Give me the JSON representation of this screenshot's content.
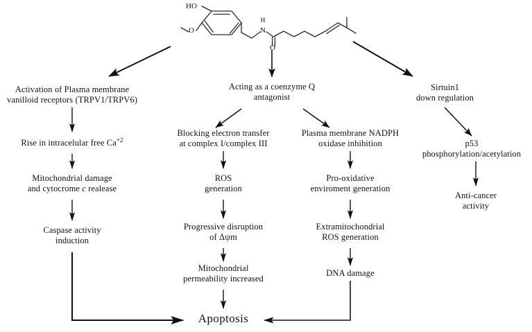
{
  "figure": {
    "type": "flowchart",
    "subject": "Capsaicin anti-cancer mechanisms of action",
    "background_color": "#ffffff",
    "line_color": "#111111",
    "text_color": "#111111"
  },
  "molecule": {
    "name": "capsaicin-structure",
    "atom_labels": {
      "hydroxyl": "HO",
      "methoxy_oxygen": "O",
      "amide_nitrogen": "N",
      "amide_hydrogen": "H",
      "carbonyl_oxygen": "O"
    }
  },
  "nodes": {
    "trpv": {
      "line1": "Activation of Plasma membrane",
      "line2": "vanilloid receptors (TRPV1/TRPV6)"
    },
    "calcium": {
      "line1_pre": "Rise in intracelular free Ca",
      "line1_sup": "+2"
    },
    "mito_damage": {
      "line1": "Mitochondrial damage",
      "line2_pre": "and cytocrome ",
      "line2_ital": "c",
      "line2_post": " realease"
    },
    "caspase": {
      "line1": "Caspase activity",
      "line2": "induction"
    },
    "coq_antagonist": {
      "line1": "Acting as a coenzyme Q",
      "line2": "antagonist"
    },
    "electron_transfer": {
      "line1": "Blocking electron transfer",
      "line2": "at complex I/complex III"
    },
    "ros_generation": {
      "line1": "ROS",
      "line2": "generation"
    },
    "psi_disruption": {
      "line1": "Progressive disruption",
      "line2": "of Δψm"
    },
    "mito_permeability": {
      "line1": "Mitochondrial",
      "line2": "permeability increased"
    },
    "nadph_oxidase": {
      "line1": "Plasma membrane NADPH",
      "line2": "oxidase inhibition"
    },
    "pro_oxidative": {
      "line1": "Pro-oxidative",
      "line2": "enviroment generation"
    },
    "extramito_ros": {
      "line1": "Extramitochondrial",
      "line2": "ROS generation"
    },
    "dna_damage": {
      "line1": "DNA damage"
    },
    "sirtuin": {
      "line1": "Sirtuin1",
      "line2": "down regulation"
    },
    "p53": {
      "line1": "p53",
      "line2": "phosphorylation/acetylation"
    },
    "anticancer": {
      "line1": "Anti-cancer",
      "line2": "activity"
    },
    "apoptosis": {
      "line1": "Apoptosis"
    }
  }
}
